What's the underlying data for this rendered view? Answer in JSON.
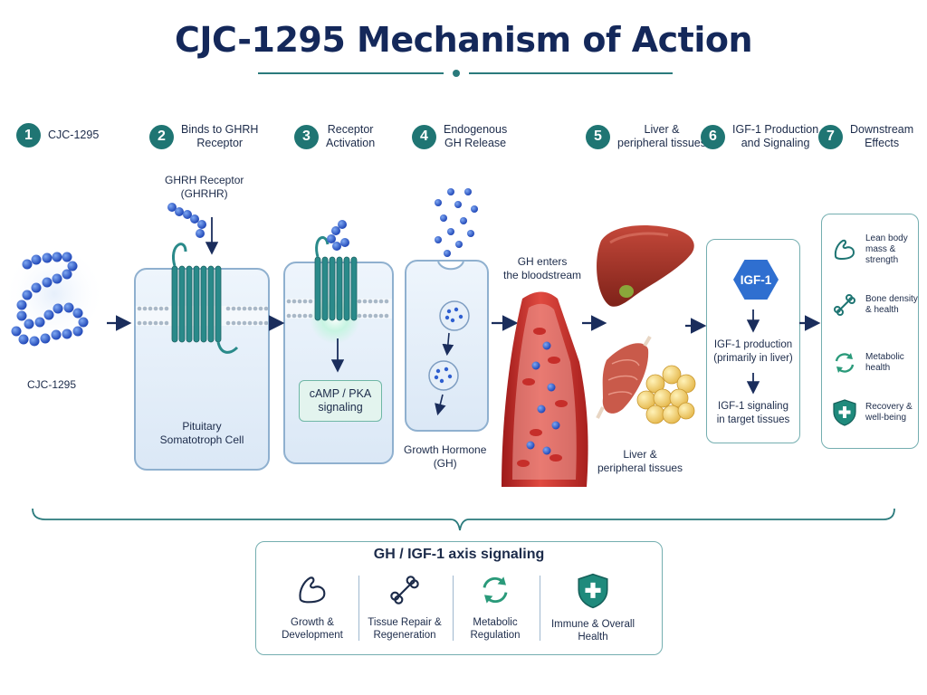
{
  "title": "CJC-1295 Mechanism of Action",
  "steps": [
    {
      "num": "1",
      "label": "CJC-1295"
    },
    {
      "num": "2",
      "label": "Binds to GHRH\nReceptor"
    },
    {
      "num": "3",
      "label": "Receptor\nActivation"
    },
    {
      "num": "4",
      "label": "Endogenous\nGH Release"
    },
    {
      "num": "5",
      "label": "Liver &\nperipheral tissues"
    },
    {
      "num": "6",
      "label": "IGF-1 Production\nand Signaling"
    },
    {
      "num": "7",
      "label": "Downstream\nEffects"
    }
  ],
  "labels": {
    "cjc": "CJC-1295",
    "receptor": "GHRH Receptor\n(GHRHR)",
    "cell": "Pituitary\nSomatotroph Cell",
    "signaling": "cAMP / PKA\nsignaling",
    "gh": "Growth Hormone\n(GH)",
    "bloodstream": "GH enters\nthe bloodstream",
    "liver": "Liver &\nperipheral tissues",
    "igf": "IGF-1",
    "igf_production": "IGF-1 production\n(primarily in liver)",
    "igf_signaling": "IGF-1 signaling\nin target tissues"
  },
  "effects": [
    {
      "label": "Lean body\nmass &\nstrength",
      "icon": "muscle-icon"
    },
    {
      "label": "Bone density\n& health",
      "icon": "bone-icon"
    },
    {
      "label": "Metabolic\nhealth",
      "icon": "cycle-arrows-icon"
    },
    {
      "label": "Recovery &\nwell-being",
      "icon": "shield-plus-icon"
    }
  ],
  "axis": {
    "title": "GH / IGF-1 axis signaling",
    "items": [
      {
        "label": "Growth &\nDevelopment",
        "icon": "muscle-icon"
      },
      {
        "label": "Tissue Repair &\nRegeneration",
        "icon": "bone-icon"
      },
      {
        "label": "Metabolic\nRegulation",
        "icon": "cycle-arrows-icon"
      },
      {
        "label": "Immune & Overall\nHealth",
        "icon": "shield-plus-icon"
      }
    ]
  },
  "colors": {
    "navy": "#14285a",
    "teal": "#1f7573",
    "receptor": "#2a8a8a",
    "peptide": "#2f5fd0",
    "blood": "#c62e2a"
  }
}
